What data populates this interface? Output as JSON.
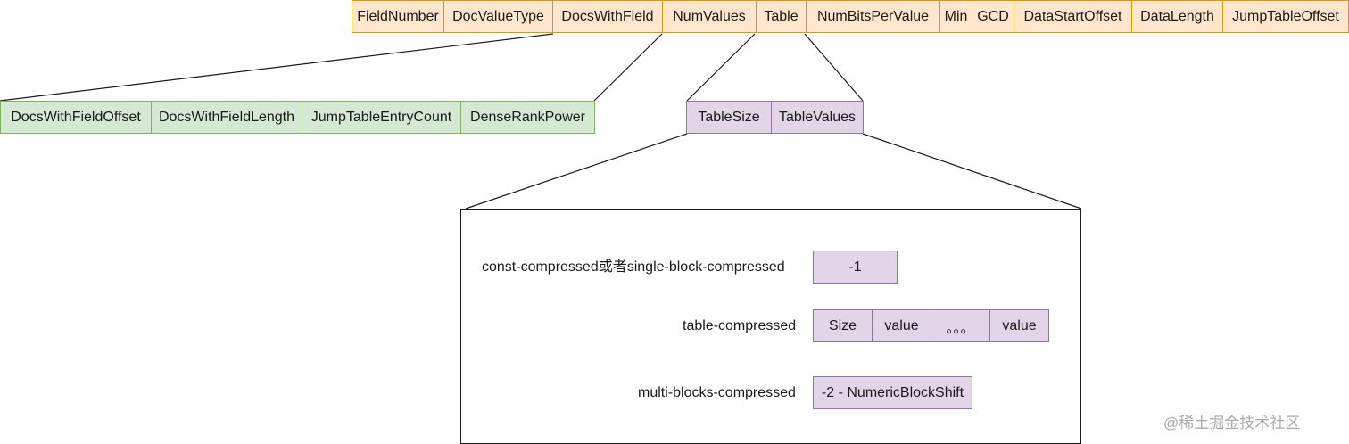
{
  "top_fields": [
    "FieldNumber",
    "DocValueType",
    "DocsWithField",
    "NumValues",
    "Table",
    "NumBitsPerValue",
    "Min",
    "GCD",
    "DataStartOffset",
    "DataLength",
    "JumpTableOffset"
  ],
  "docs_with_field_fields": [
    "DocsWithFieldOffset",
    "DocsWithFieldLength",
    "JumpTableEntryCount",
    "DenseRankPower"
  ],
  "table_fields": [
    "TableSize",
    "TableValues"
  ],
  "compression": {
    "const": {
      "label": "const-compressed或者single-block-compressed",
      "cells": [
        "-1"
      ]
    },
    "table": {
      "label": "table-compressed",
      "cells": [
        "Size",
        "value",
        "。。。",
        "value"
      ]
    },
    "multi": {
      "label": "multi-blocks-compressed",
      "cells": [
        "-2 - NumericBlockShift"
      ]
    }
  },
  "watermark": "@稀土掘金技术社区",
  "colors": {
    "orange_fill": "#ffe6cc",
    "orange_stroke": "#d79b00",
    "green_fill": "#d5e8d4",
    "green_stroke": "#82b366",
    "purple_fill": "#e1d5e7",
    "purple_stroke": "#9673a6"
  }
}
